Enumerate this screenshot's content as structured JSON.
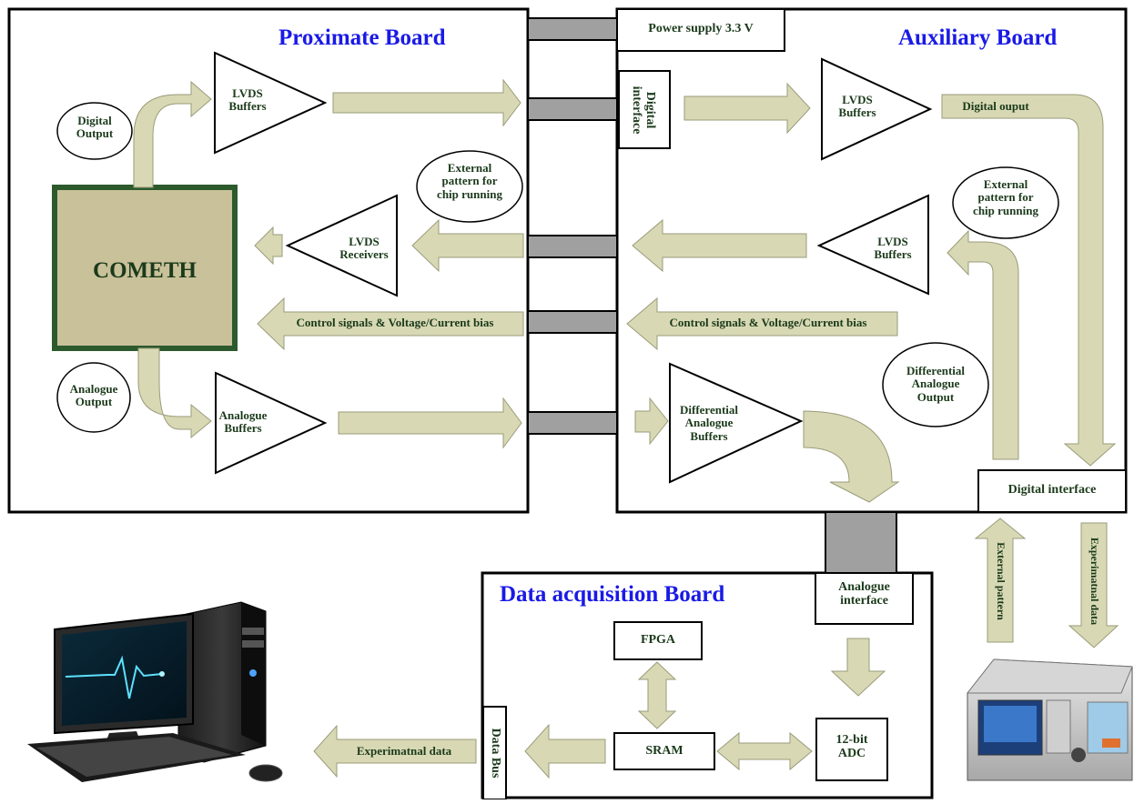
{
  "boards": {
    "proximate": "Proximate Board",
    "auxiliary": "Auxiliary Board",
    "daq": "Data acquisition Board"
  },
  "proximate": {
    "chip": "COMETH",
    "digital_output": [
      "Digital",
      "Output"
    ],
    "analogue_output": [
      "Analogue",
      "Output"
    ],
    "lvds_buffers": [
      "LVDS",
      "Buffers"
    ],
    "lvds_receivers": [
      "LVDS",
      "Receivers"
    ],
    "analogue_buffers": [
      "Analogue",
      "Buffers"
    ],
    "external_pattern": [
      "External",
      "pattern for",
      "chip running"
    ],
    "control_signals": "Control signals & Voltage/Current bias"
  },
  "auxiliary": {
    "power_supply": "Power supply 3.3 V",
    "digital_interface_vertical": [
      "Digital",
      "interface"
    ],
    "lvds_buffers_top": [
      "LVDS",
      "Buffers"
    ],
    "digital_output": "Digital ouput",
    "external_pattern": [
      "External",
      "pattern for",
      "chip running"
    ],
    "lvds_buffers_mid": [
      "LVDS",
      "Buffers"
    ],
    "control_signals": "Control signals & Voltage/Current bias",
    "differential_buffers": [
      "Differential",
      "Analogue",
      "Buffers"
    ],
    "differential_output": [
      "Differential",
      "Analogue",
      "Output"
    ],
    "digital_interface": "Digital interface"
  },
  "daq": {
    "analogue_interface": [
      "Analogue",
      "interface"
    ],
    "fpga": "FPGA",
    "sram": "SRAM",
    "adc": [
      "12-bit",
      "ADC"
    ],
    "data_bus": "Data Bus",
    "experimental_data": "Experimatnal data"
  },
  "external": {
    "external_pattern": "External pattern",
    "experimental_data": "Experimatnal data"
  },
  "colors": {
    "arrow_fill": "#d8d9b4",
    "chip_fill": "#c9c19a",
    "chip_border": "#2d5a2d",
    "connector": "#a0a0a0",
    "title": "#1a1ae6",
    "label": "#1b3a1b"
  },
  "icons": [
    "desktop-computer-icon",
    "signal-generator-icon"
  ]
}
